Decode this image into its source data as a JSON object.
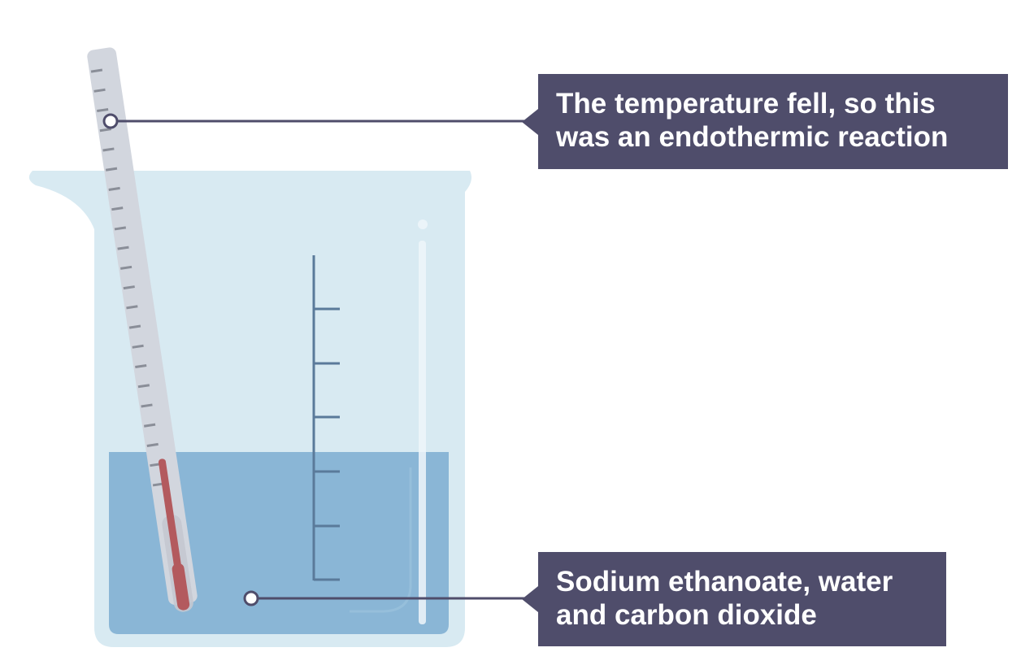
{
  "callouts": {
    "temperature": {
      "line1": "The temperature fell, so this",
      "line2": "was an endothermic reaction"
    },
    "solution": {
      "line1": "Sodium ethanoate, water",
      "line2": "and carbon dioxide"
    }
  },
  "colors": {
    "beaker_glass": "#d8eaf2",
    "liquid": "#8ab6d6",
    "graduation_marks": "#5a7a9a",
    "thermometer_body": "#d2d6de",
    "thermometer_ticks": "#8a8e98",
    "thermometer_mercury": "#b35a5e",
    "callout_background": "#4f4d6b",
    "callout_text": "#ffffff",
    "leader_line": "#4f4d6b"
  }
}
